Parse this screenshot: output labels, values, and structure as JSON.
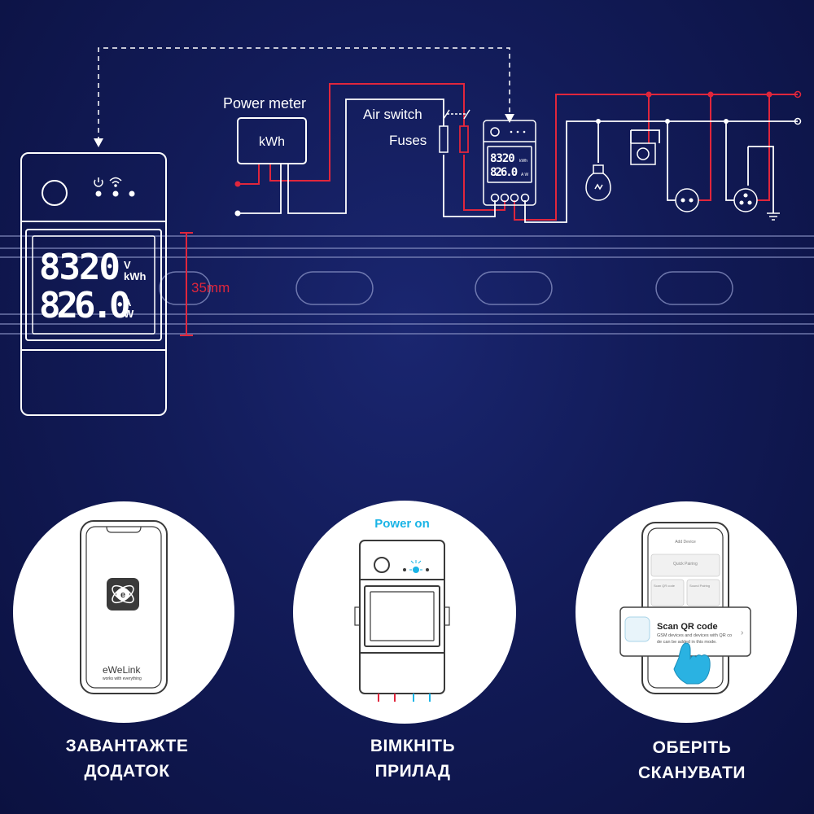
{
  "diagram": {
    "power_meter_label": "Power meter",
    "kwh_label": "kWh",
    "air_switch_label": "Air switch",
    "fuses_label": "Fuses",
    "rail_width_label": "35mm",
    "display_line1": "8320",
    "display_line1_units_top": "V",
    "display_line1_units_bottom": "kWh",
    "display_line2": "826.0",
    "display_line2_units_top": "A",
    "display_line2_units_bottom": "W",
    "mini_display_line1": "8320",
    "mini_display_line1_unit": "kWh",
    "mini_display_line2": "826.0",
    "mini_display_line2_unit": "A W"
  },
  "steps": [
    {
      "line1": "ЗАВАНТАЖТЕ",
      "line2": "ДОДАТОК",
      "app_name": "eWeLink",
      "app_tagline": "works with everything"
    },
    {
      "line1": "ВІМКНІТЬ",
      "line2": "ПРИЛАД",
      "top_label": "Power on"
    },
    {
      "line1": "ОБЕРІТЬ",
      "line2": "СКАНУВАТИ",
      "screen_title": "Add Device",
      "screen_option1": "Quick Pairing",
      "screen_option2": "Scan QR code",
      "screen_option3": "Sound Pairing",
      "card_title": "Scan QR code",
      "card_text1": "GSM devices and devices with QR co",
      "card_text2": "de can be added in this mode."
    }
  ],
  "colors": {
    "background": "#121b58",
    "wire_red": "#e0263c",
    "line_white": "#ffffff",
    "accent_cyan": "#1ab4e6",
    "rail": "#8d96c8"
  }
}
